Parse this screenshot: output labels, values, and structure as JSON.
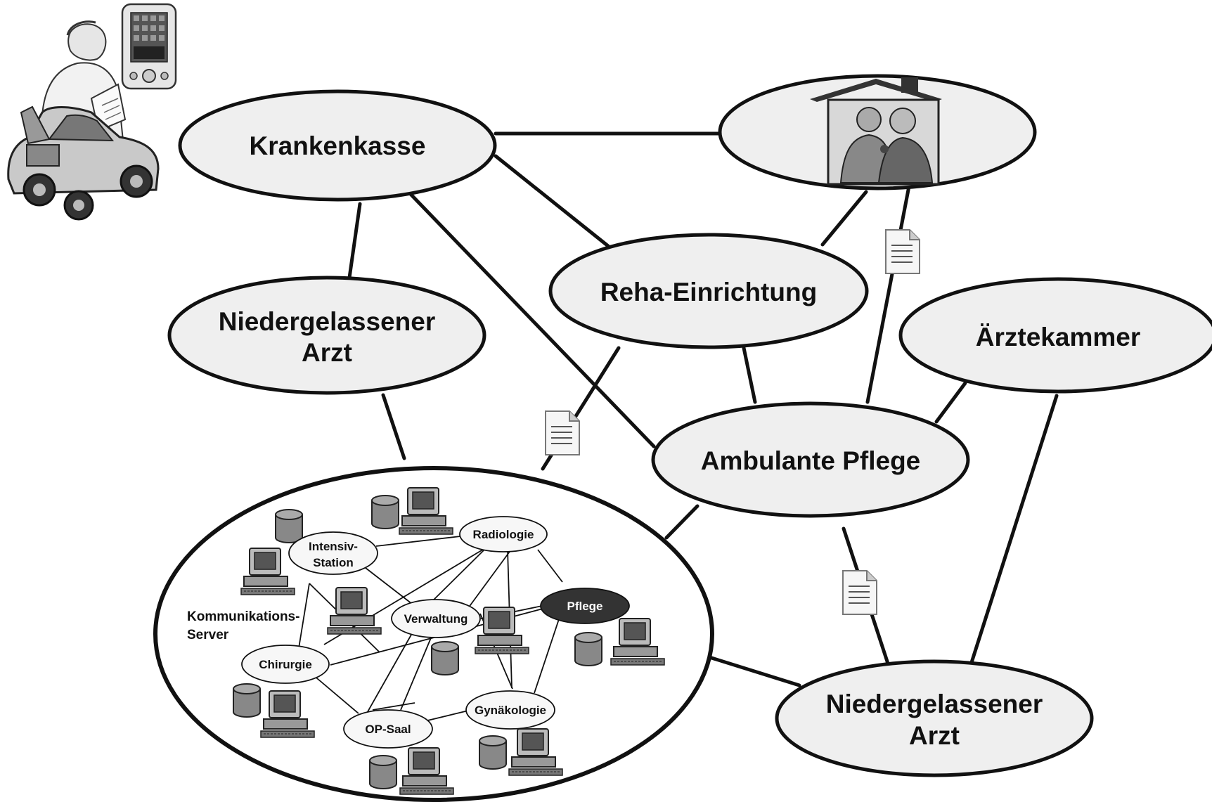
{
  "nodes": {
    "krankenkasse": "Krankenkasse",
    "reha": "Reha-Einrichtung",
    "arzt_left_line1": "Niedergelassener",
    "arzt_left_line2": "Arzt",
    "aerztekammer": "Ärztekammer",
    "ambulante_pflege": "Ambulante Pflege",
    "arzt_right_line1": "Niedergelassener",
    "arzt_right_line2": "Arzt"
  },
  "hospital": {
    "intensiv_line1": "Intensiv-",
    "intensiv_line2": "Station",
    "radiologie": "Radiologie",
    "verwaltung": "Verwaltung",
    "pflege": "Pflege",
    "chirurgie": "Chirurgie",
    "op_saal": "OP-Saal",
    "gynaekologie": "Gynäkologie",
    "server_line1": "Kommunikations-",
    "server_line2": "Server"
  },
  "icons": {
    "car": "car-icon",
    "nurse": "nurse-with-clipboard-icon",
    "pda": "pda-device-icon",
    "home": "house-with-elderly-couple-icon",
    "document": "document-icon",
    "computer": "computer-workstation-icon",
    "database": "database-icon"
  },
  "colors": {
    "node_fill": "#efefef",
    "line": "#111111",
    "pflege_fill": "#333333"
  }
}
